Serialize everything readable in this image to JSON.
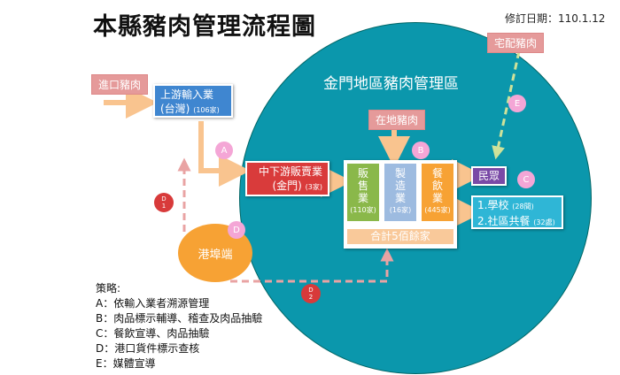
{
  "title": "本縣豬肉管理流程圖",
  "revision": "修訂日期：110.1.12",
  "zone_label": "金門地區豬肉管理區",
  "import_meat": "進口豬肉",
  "local_meat": "在地豬肉",
  "delivery_meat": "宅配豬肉",
  "upstream": {
    "line1": "上游輸入業",
    "line2": "(台灣)",
    "count": "(106家)"
  },
  "downstream": {
    "line1": "中下游販賣業",
    "line2": "(金門)",
    "count": "(3家)"
  },
  "port": "港埠端",
  "sectors": [
    {
      "label": "販售業",
      "count": "(110家)"
    },
    {
      "label": "製造業",
      "count": "(16家)"
    },
    {
      "label": "餐飲業",
      "count": "(445家)"
    }
  ],
  "total": "合計5佰餘家",
  "public": "民眾",
  "institutions": {
    "line1": "1.學校",
    "count1": "(28間)",
    "line2": "2.社區共餐",
    "count2": "(32處)"
  },
  "badges": {
    "a": "A",
    "b": "B",
    "c": "C",
    "d": "D",
    "e": "E",
    "d1a": "D",
    "d1b": "1",
    "d2a": "D",
    "d2b": "2"
  },
  "legend": {
    "title": "策略:",
    "items": [
      "A：依輸入業者溯源管理",
      "B：肉品標示輔導、稽查及肉品抽驗",
      "C：餐飲宣導、肉品抽驗",
      "D：港口貨件標示查核",
      "E：媒體宣導"
    ]
  },
  "colors": {
    "circle": "#0b97ac",
    "upstream": "#3f86d0",
    "downstream": "#d93b3b",
    "sales": "#8ab84a",
    "manufacture": "#9dbbe0",
    "food": "#f7a234",
    "public": "#7a4aa6",
    "institutions": "#2fb6d6"
  }
}
